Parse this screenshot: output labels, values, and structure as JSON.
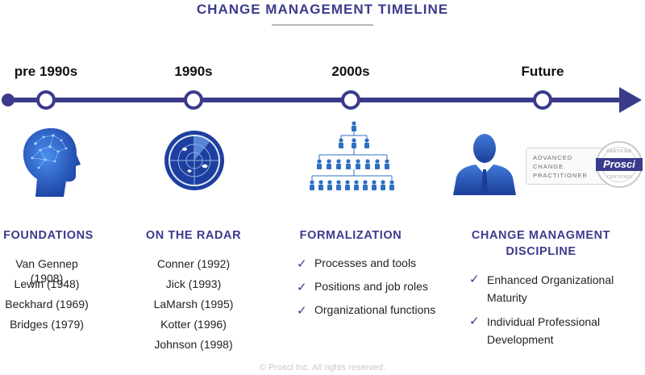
{
  "title": "CHANGE MANAGEMENT TIMELINE",
  "colors": {
    "primary": "#3b3b8c",
    "icon_blue": "#1e3f9f",
    "text": "#222222"
  },
  "timeline": {
    "eras": [
      {
        "label": "pre 1990s"
      },
      {
        "label": "1990s"
      },
      {
        "label": "2000s"
      },
      {
        "label": "Future"
      }
    ]
  },
  "columns": [
    {
      "icon": "brain-head-icon",
      "heading": "FOUNDATIONS",
      "items": [
        "Van Gennep (1908)",
        "Lewin (1948)",
        "Beckhard (1969)",
        "Bridges (1979)"
      ]
    },
    {
      "icon": "radar-icon",
      "heading": "ON THE RADAR",
      "items": [
        "Conner (1992)",
        "Jick (1993)",
        "LaMarsh (1995)",
        "Kotter (1996)",
        "Johnson (1998)"
      ]
    },
    {
      "icon": "org-chart-icon",
      "heading": "FORMALIZATION",
      "items": [
        "Processes and tools",
        "Positions and job roles",
        "Organizational functions"
      ]
    },
    {
      "icon": "businessman-icon",
      "heading_line1": "CHANGE MANAGMENT",
      "heading_line2": "DISCIPLINE",
      "items": [
        {
          "line1": "Enhanced Organizational",
          "line2": "Maturity"
        },
        {
          "line1": "Individual Professional",
          "line2": "Development"
        }
      ]
    }
  ],
  "badge": {
    "line1": "ADVANCED",
    "line2": "CHANGE",
    "line3": "PRACTITIONER",
    "seal_brand": "Prosci",
    "seal_top": "CERTIFIED",
    "seal_bottom": "CERTIFIED"
  },
  "footer": "© Prosci Inc. All rights reserved."
}
